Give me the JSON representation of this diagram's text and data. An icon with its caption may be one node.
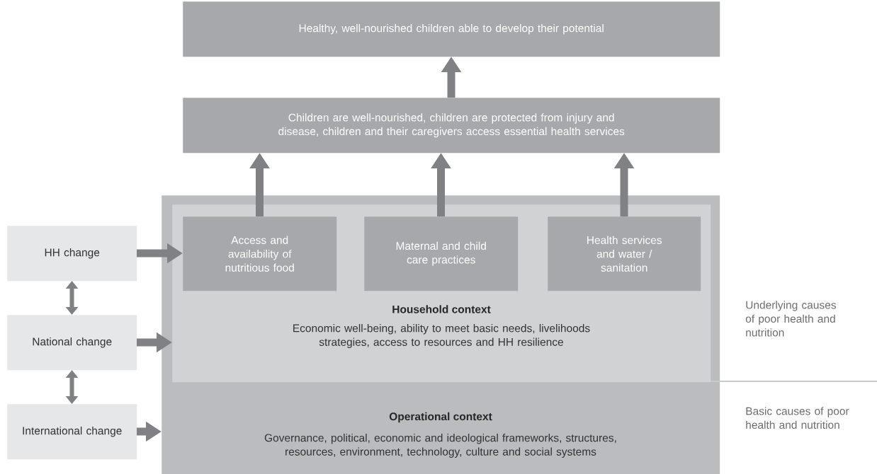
{
  "diagram": {
    "nodes": [
      {
        "text": [
          "Healthy, well-nourished children able to develop their potential"
        ]
      },
      {
        "text": [
          "Children are well-nourished, children are protected from injury and disease, children and their caregivers access essential health services"
        ]
      },
      {
        "text": [
          "Operational context",
          "Governance, political, economic and ideological frameworks, structures, resources, environment, technology, culture and social systems"
        ]
      },
      {
        "text": [
          "Household context",
          "Economic well-being, ability to meet basic needs, livelihoods strategies, access to resources and HH resilience"
        ],
        "in": 2
      },
      {
        "text": [
          "Access and availability of nutritious food"
        ],
        "in": 3
      },
      {
        "text": [
          "Maternal and child care practices"
        ],
        "in": 3
      },
      {
        "text": [
          "Health services and water / sanitation"
        ],
        "in": 3
      },
      {
        "text": [
          "HH change"
        ]
      },
      {
        "text": [
          "National change"
        ]
      },
      {
        "text": [
          "International change"
        ]
      }
    ],
    "edges": [
      {
        "from": 1,
        "to": 0,
        "arrow": "to"
      },
      {
        "from": 4,
        "to": 1,
        "arrow": "to"
      },
      {
        "from": 5,
        "to": 1,
        "arrow": "to"
      },
      {
        "from": 6,
        "to": 1,
        "arrow": "to"
      },
      {
        "from": 7,
        "to": 4,
        "arrow": "to"
      },
      {
        "from": 8,
        "to": 3,
        "arrow": "to"
      },
      {
        "from": 9,
        "to": 2,
        "arrow": "to"
      },
      {
        "from": 7,
        "to": 8,
        "arrow": "both"
      },
      {
        "from": 8,
        "to": 9,
        "arrow": "both"
      }
    ],
    "labels": [
      "Underlying causes of poor health and nutrition",
      "Basic causes of poor health and nutrition"
    ]
  }
}
